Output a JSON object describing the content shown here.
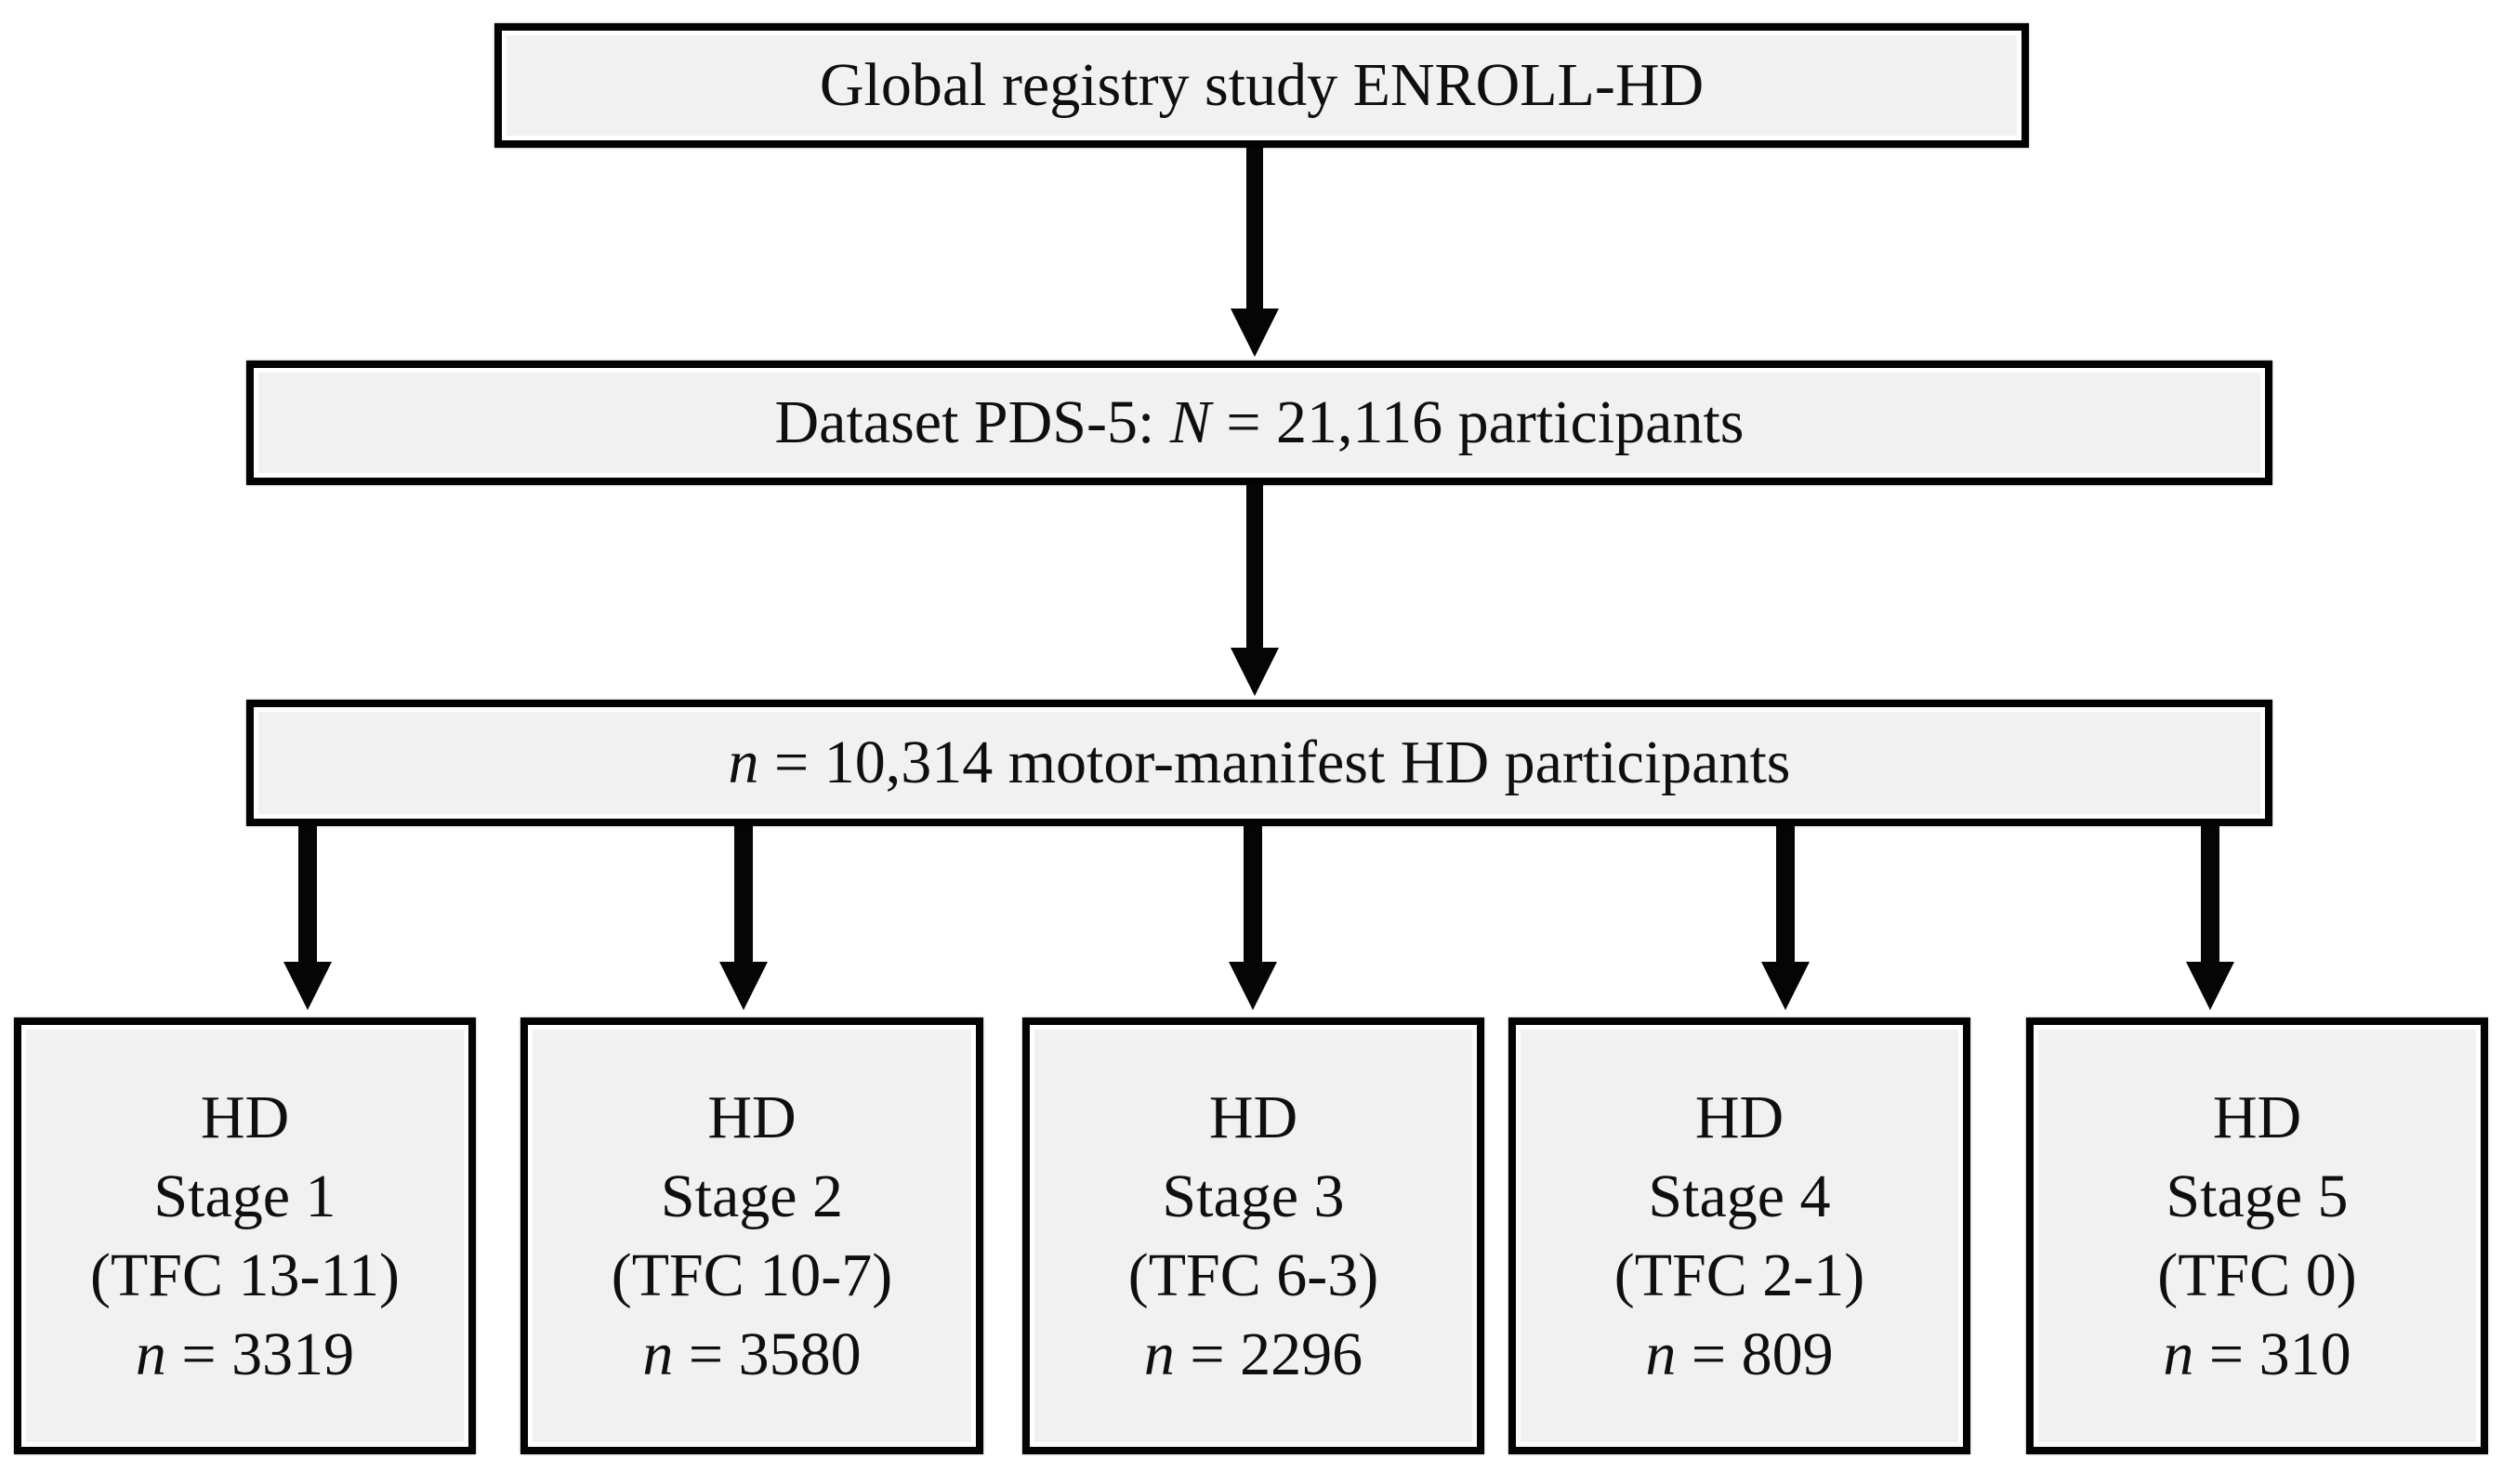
{
  "flowchart": {
    "top_box": {
      "label": "Global registry study ENROLL-HD"
    },
    "dataset_box": {
      "prefix": "Dataset PDS-5: ",
      "variable": "N",
      "suffix": " = 21,116 participants"
    },
    "manifest_box": {
      "variable": "n",
      "suffix": " = 10,314 motor-manifest HD participants"
    },
    "stage_boxes": [
      {
        "disease": "HD",
        "stage": "Stage 1",
        "tfc_range": "(TFC 13-11)",
        "variable": "n",
        "count": " = 3319"
      },
      {
        "disease": "HD",
        "stage": "Stage 2",
        "tfc_range": "(TFC 10-7)",
        "variable": "n",
        "count": " = 3580"
      },
      {
        "disease": "HD",
        "stage": "Stage 3",
        "tfc_range": "(TFC 6-3)",
        "variable": "n",
        "count": " = 2296"
      },
      {
        "disease": "HD",
        "stage": "Stage 4",
        "tfc_range": "(TFC 2-1)",
        "variable": "n",
        "count": " = 809"
      },
      {
        "disease": "HD",
        "stage": "Stage 5",
        "tfc_range": "(TFC 0)",
        "variable": "n",
        "count": " = 310"
      }
    ],
    "colors": {
      "background": "#ffffff",
      "box_fill": "#f1f1f1",
      "box_border": "#030303",
      "arrow": "#050505",
      "text": "#0f0f0f"
    }
  }
}
